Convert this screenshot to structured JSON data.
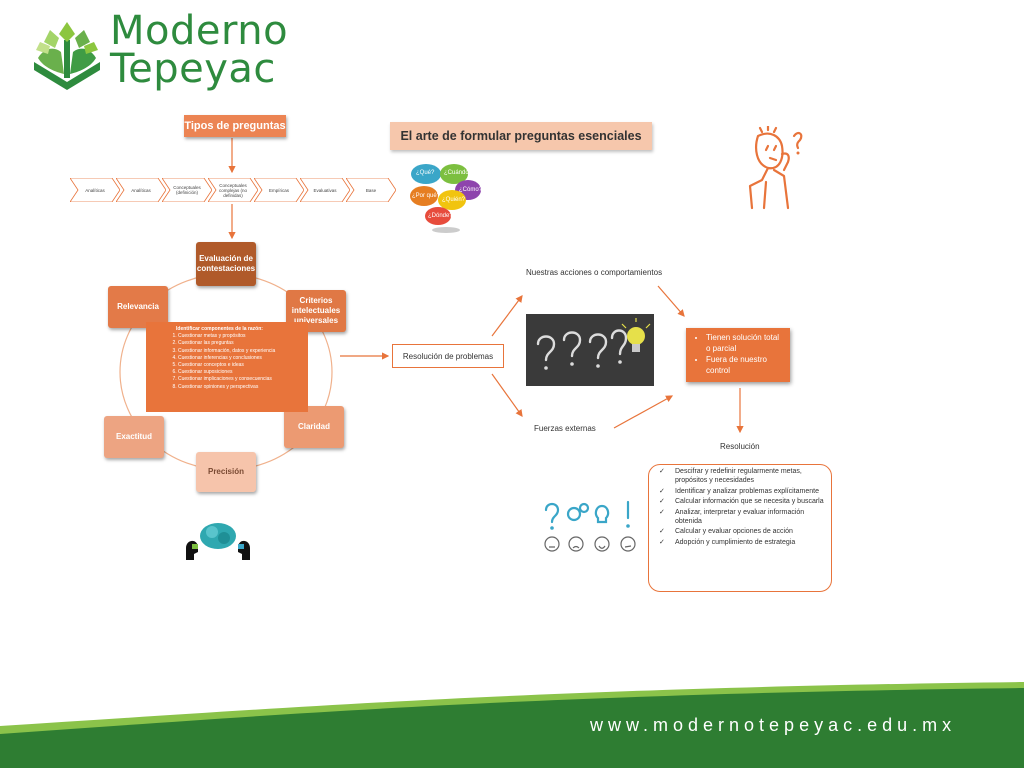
{
  "logo": {
    "line1": "Moderno",
    "line2": "Tepeyac"
  },
  "footer": {
    "url": "www.modernotepeyac.edu.mx"
  },
  "tipos_de_preguntas": "Tipos de preguntas",
  "arte_title": "El arte de formular preguntas esenciales",
  "chevrons": [
    "Analíticas",
    "Analíticas",
    "Conceptuales (definición)",
    "Conceptuales complejas (no definidas)",
    "Empíricas",
    "Evaluativas",
    "Base"
  ],
  "bubbles": [
    "¿Qué?",
    "¿Cuándo?",
    "¿Cómo?",
    "¿Por qué?",
    "¿Dónde?",
    "¿Quién?"
  ],
  "cycle": {
    "evaluacion": "Evaluación de contestaciones",
    "criterios": "Criterios intelectuales universales",
    "claridad": "Claridad",
    "precision": "Precisión",
    "exactitud": "Exactitud",
    "relevancia": "Relevancia"
  },
  "center_list": {
    "heading": "Identificar componentes de la razón:",
    "items": [
      "Cuestionar metas y propósitos",
      "Cuestionar las preguntas",
      "Cuestionar información, datos y experiencia",
      "Cuestionar inferencias y conclusiones",
      "Cuestionar conceptos e ideas",
      "Cuestionar suposiciones",
      "Cuestionar implicaciones y consecuencias",
      "Cuestionar opiniones y perspectivas"
    ]
  },
  "resolucion_problemas": "Resolución de problemas",
  "acciones": "Nuestras acciones o comportamientos",
  "fuerzas": "Fuerzas externas",
  "tienen": [
    "Tienen solución total o parcial",
    "Fuera de nuestro control"
  ],
  "resolucion_label": "Resolución",
  "resolucion_items": [
    "Descifrar y redefinir regularmente metas, propósitos y necesidades",
    "Identificar y analizar problemas explícitamente",
    "Calcular información que se necesita y buscarla",
    "Analizar, interpretar y evaluar información obtenida",
    "Calcular y evaluar opciones de acción",
    "Adopción y cumplimiento de estrategia"
  ],
  "colors": {
    "brand_green": "#2e8b3e",
    "accent_orange": "#e8743b"
  }
}
